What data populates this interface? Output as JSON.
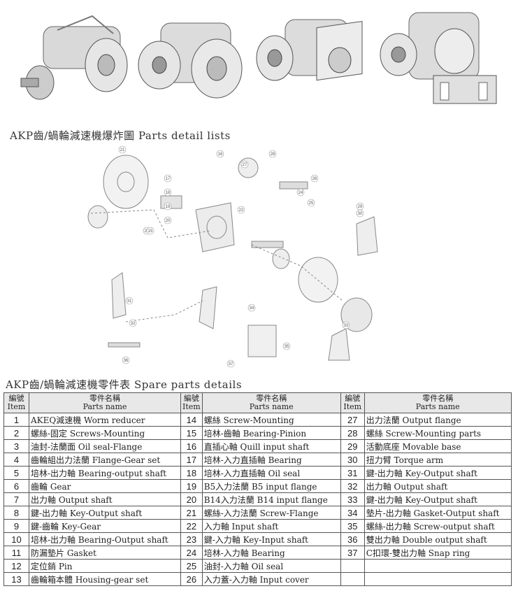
{
  "heading_exploded": "AKP齒/蝸輪減速機爆炸圖 Parts detail lists",
  "heading_spare": "AKP齒/蝸輪減速機零件表 Spare parts details",
  "table_headers": {
    "item_zh": "編號",
    "item_en": "Item",
    "name_zh": "零件名稱",
    "name_en": "Parts name"
  },
  "diagram_labels": [
    "21",
    "17",
    "18",
    "19",
    "20",
    "23",
    "27",
    "28",
    "29",
    "30",
    "31",
    "32",
    "33",
    "34",
    "35",
    "36",
    "37",
    "15",
    "16",
    "22",
    "24",
    "25",
    "26"
  ],
  "parts_col1": [
    {
      "item": "1",
      "name": "AKEQ減速機 Worm reducer"
    },
    {
      "item": "2",
      "name": "螺絲-固定 Screws-Mounting"
    },
    {
      "item": "3",
      "name": "油封-法蘭面 Oil seal-Flange"
    },
    {
      "item": "4",
      "name": "齒輪組出力法蘭 Flange-Gear set"
    },
    {
      "item": "5",
      "name": "培林-出力軸 Bearing-output shaft"
    },
    {
      "item": "6",
      "name": "齒輪 Gear"
    },
    {
      "item": "7",
      "name": "出力軸 Output shaft"
    },
    {
      "item": "8",
      "name": "鍵-出力軸 Key-Output shaft"
    },
    {
      "item": "9",
      "name": "鍵-齒輪 Key-Gear"
    },
    {
      "item": "10",
      "name": "培林-出力軸 Bearing-Output shaft"
    },
    {
      "item": "11",
      "name": "防漏墊片 Gasket"
    },
    {
      "item": "12",
      "name": "定位銷 Pin"
    },
    {
      "item": "13",
      "name": "齒輪箱本體 Housing-gear set"
    }
  ],
  "parts_col2": [
    {
      "item": "14",
      "name": "螺絲 Screw-Mounting"
    },
    {
      "item": "15",
      "name": "培林-齒軸 Bearing-Pinion"
    },
    {
      "item": "16",
      "name": "直插心軸 Quill input shaft"
    },
    {
      "item": "17",
      "name": "培林-入力直插軸 Bearing"
    },
    {
      "item": "18",
      "name": "培林-入力直插軸 Oil seal"
    },
    {
      "item": "19",
      "name": "B5入力法蘭 B5 input flange"
    },
    {
      "item": "20",
      "name": "B14入力法蘭 B14 input flange"
    },
    {
      "item": "21",
      "name": "螺絲-入力法蘭 Screw-Flange"
    },
    {
      "item": "22",
      "name": "入力軸 Input shaft"
    },
    {
      "item": "23",
      "name": "鍵-入力軸 Key-Input shaft"
    },
    {
      "item": "24",
      "name": "培林-入力軸 Bearing"
    },
    {
      "item": "25",
      "name": "油封-入力軸 Oil seal"
    },
    {
      "item": "26",
      "name": "入力蓋-入力軸 Input cover"
    }
  ],
  "parts_col3": [
    {
      "item": "27",
      "name": "出力法蘭 Output flange"
    },
    {
      "item": "28",
      "name": "螺絲 Screw-Mounting parts"
    },
    {
      "item": "29",
      "name": "活動底座 Movable base"
    },
    {
      "item": "30",
      "name": "扭力臂 Torque arm"
    },
    {
      "item": "31",
      "name": "鍵-出力軸 Key-Output shaft"
    },
    {
      "item": "32",
      "name": "出力軸 Output shaft"
    },
    {
      "item": "33",
      "name": "鍵-出力軸 Key-Output shaft"
    },
    {
      "item": "34",
      "name": "墊片-出力軸 Gasket-Output shaft"
    },
    {
      "item": "35",
      "name": "螺絲-出力軸 Screw-output shaft"
    },
    {
      "item": "36",
      "name": "雙出力軸 Double output shaft"
    },
    {
      "item": "37",
      "name": "C扣環-雙出力軸 Snap ring"
    },
    {
      "item": "",
      "name": ""
    },
    {
      "item": "",
      "name": ""
    }
  ]
}
